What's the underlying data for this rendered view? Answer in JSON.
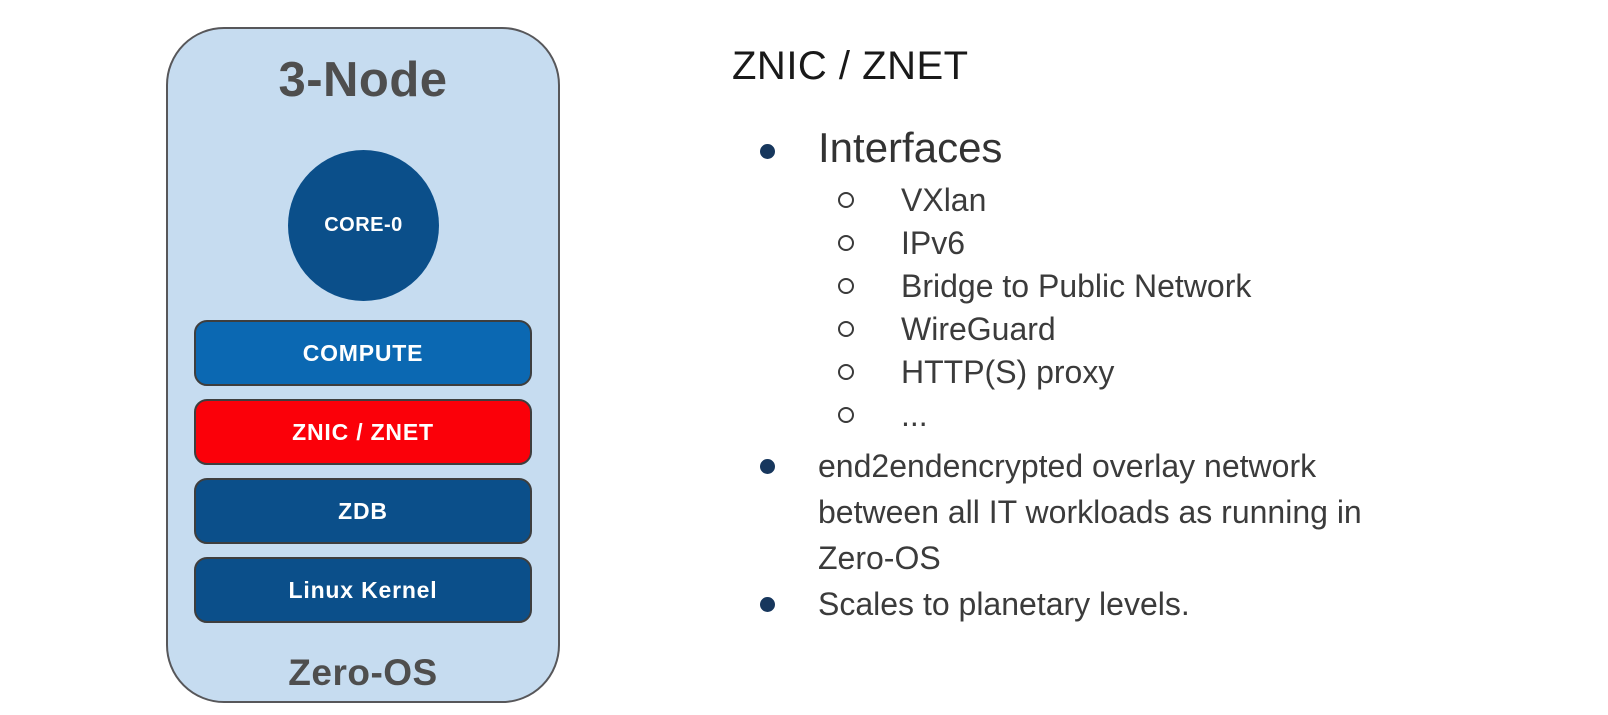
{
  "diagram": {
    "title": "3-Node",
    "core_label": "CORE-0",
    "layers": [
      {
        "label": "COMPUTE",
        "color": "#0B68B2"
      },
      {
        "label": "ZNIC / ZNET",
        "color": "#FB0009"
      },
      {
        "label": "ZDB",
        "color": "#0B4F8A"
      },
      {
        "label": "Linux Kernel",
        "color": "#0B4F8A"
      }
    ],
    "footer": "Zero-OS",
    "colors": {
      "container_fill": "#C6DCF0",
      "container_border": "#57575A",
      "core_circle": "#0B4F8A",
      "title_text": "#4E4E4E",
      "layer_label_text": "#FFFFFF"
    }
  },
  "content": {
    "heading": "ZNIC / ZNET",
    "bullet_color": "#17375D",
    "items": [
      {
        "label": "Interfaces",
        "sub_items": [
          "VXlan",
          "IPv6",
          "Bridge to Public Network",
          "WireGuard",
          "HTTP(S) proxy",
          "..."
        ]
      },
      {
        "label": "end2endencrypted overlay network\nbetween all IT workloads as running in\nZero-OS"
      },
      {
        "label": "Scales to planetary levels."
      }
    ]
  }
}
